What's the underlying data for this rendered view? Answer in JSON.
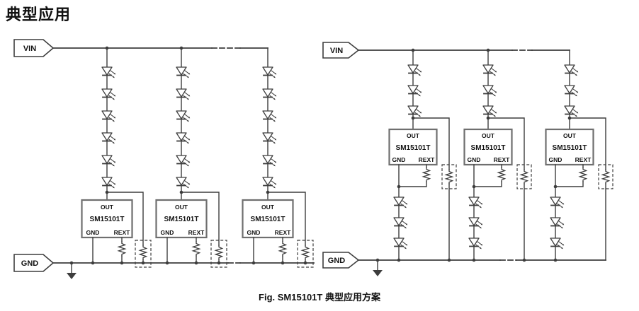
{
  "title": "典型应用",
  "caption": "Fig. SM15101T 典型应用方案",
  "labels": {
    "vin": "VIN",
    "gnd": "GND",
    "chip_out": "OUT",
    "chip_name": "SM15101T",
    "chip_gnd": "GND",
    "chip_rext": "REXT"
  },
  "colors": {
    "wire": "#3d3d3d",
    "vin_text": "#ff3333",
    "label_text": "#111111",
    "background": "#ffffff"
  },
  "structure": {
    "left_circuit": {
      "strings_shown": 3,
      "leds_per_string": 6,
      "driver": "SM15101T",
      "driver_pins": [
        "OUT",
        "GND",
        "REXT"
      ],
      "rext_resistor_per_driver": 1,
      "optional_dashed_resistor_per_string": 1,
      "continuation_dashes": true
    },
    "right_circuit": {
      "strings_shown": 3,
      "leds_above_driver": 3,
      "leds_below_driver": 3,
      "driver": "SM15101T",
      "driver_pins": [
        "OUT",
        "GND",
        "REXT"
      ],
      "rext_resistor_per_driver": 1,
      "optional_dashed_resistor_per_string": 1,
      "continuation_dashes": true
    }
  }
}
